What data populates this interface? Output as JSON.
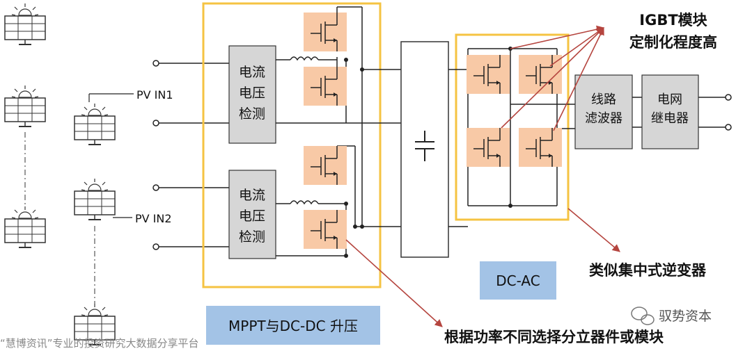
{
  "labels": {
    "pv_in1": "PV IN1",
    "pv_in2": "PV IN2",
    "detect_1": [
      "电流",
      "电压",
      "检测"
    ],
    "detect_2": [
      "电流",
      "电压",
      "检测"
    ],
    "filter": [
      "线路",
      "滤波器"
    ],
    "relay": [
      "电网",
      "继电器"
    ],
    "mppt_label": "MPPT与DC-DC 升压",
    "dcac_label": "DC-AC"
  },
  "annotations": {
    "igbt_note": [
      "IGBT模块",
      "定制化程度高"
    ],
    "central_note": "类似集中式逆变器",
    "discrete_note": "根据功率不同选择分立器件或模块"
  },
  "watermark": {
    "bottom_left": "“慧博资讯”专业的投资研究大数据分享平台",
    "brand": "驭势资本"
  },
  "colors": {
    "highlight_box": "#f5c342",
    "switch_fill": "#f8c9a6",
    "detect_fill": "#d6d6d6",
    "label_fill": "#a3c3e6",
    "arrow": "#b5453f"
  }
}
